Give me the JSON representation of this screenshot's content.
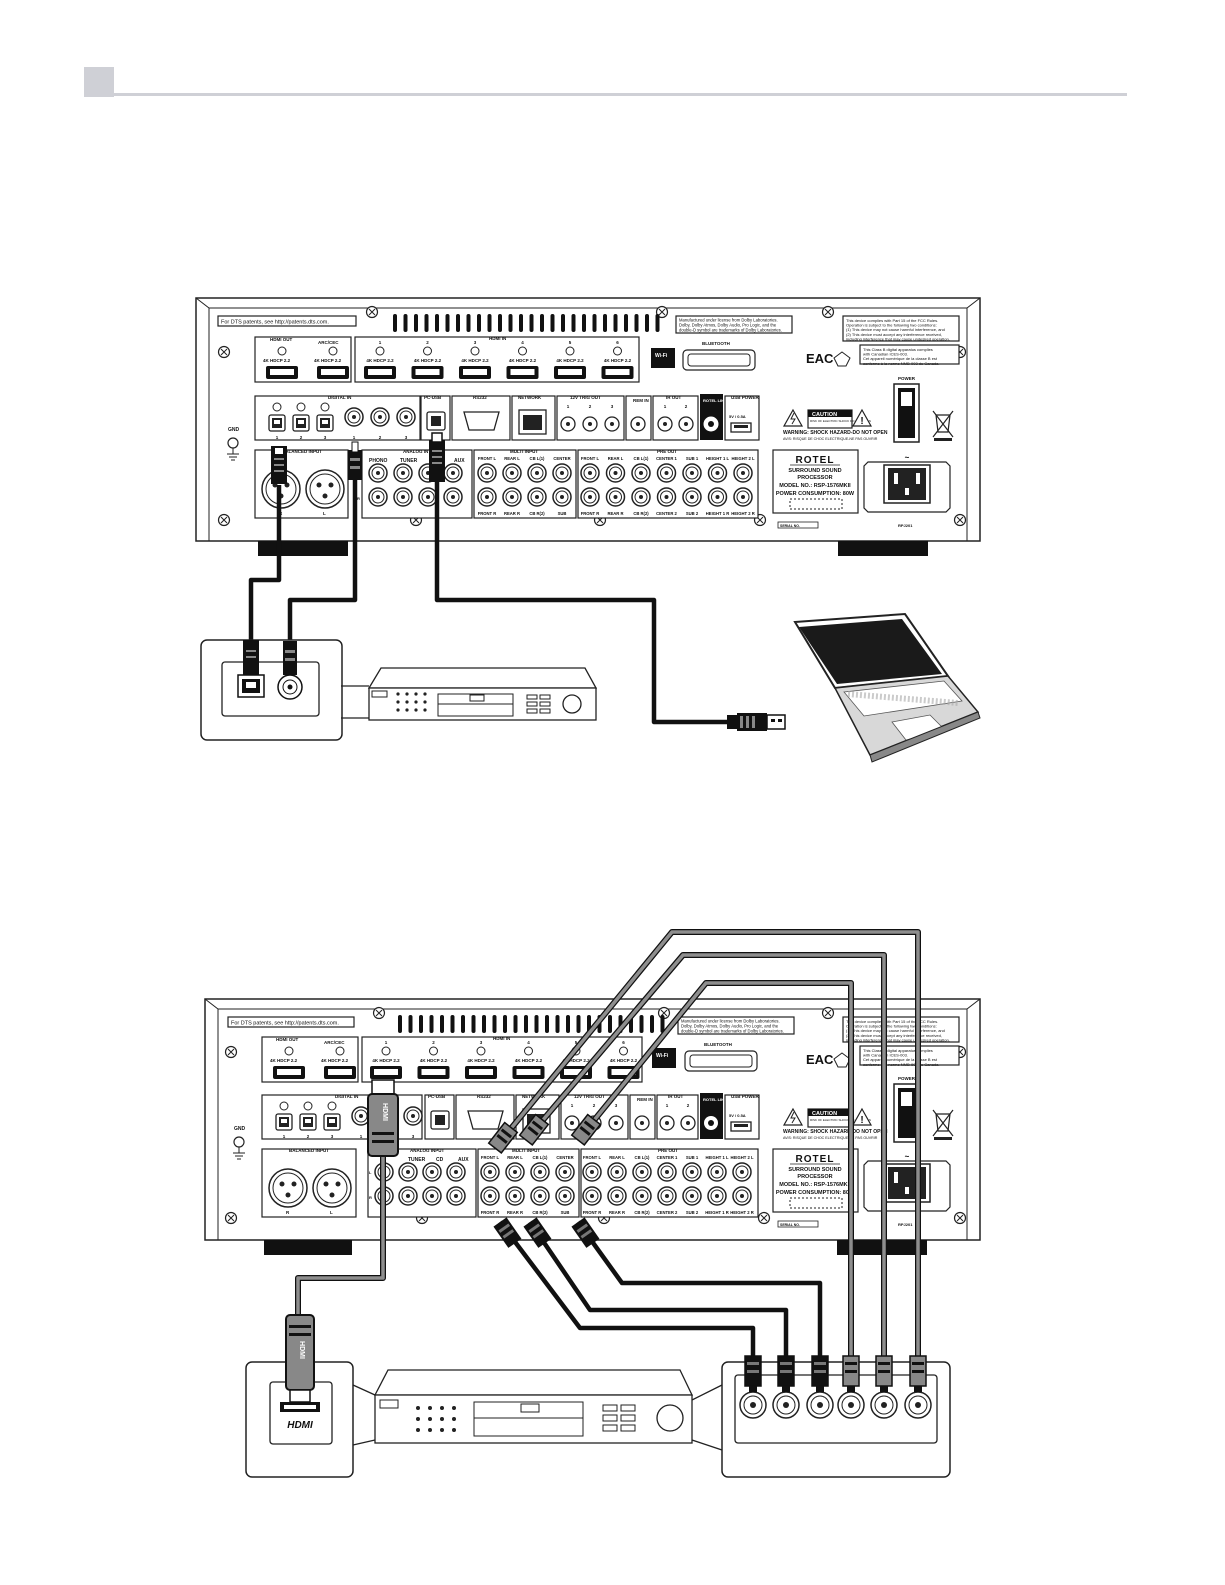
{
  "colors": {
    "header_accent": "#cfd0d6",
    "cable_black": "#111111",
    "cable_gray": "#8e8e8e"
  },
  "panel": {
    "patent_note_1": "For DTS patents, see http://patents.dts.com.",
    "patent_note_2": "For DTS patents, see http://patents.dts.com.",
    "dolby_note": [
      "Manufactured under license from Dolby Laboratories.",
      "Dolby, Dolby Atmos, Dolby Audio, Pro Logic, and the",
      "double-D symbol are trademarks of Dolby Laboratories."
    ],
    "fcc_note": [
      "This device complies with Part 15 of the FCC Rules.",
      "Operation is subject to the following two conditions:",
      "(1) This device may not cause harmful interference, and",
      "(2) This device must accept any interference received,",
      "including interference that may cause undesired operation."
    ],
    "canada_note": [
      "This Class B digital apparatus complies",
      "with Canadian ICES-003.",
      "Cet appareil numérique de la classe B est",
      "conforme à la norme NMB-003 du Canada."
    ],
    "hdmi_out_label": "HDMI OUT",
    "arc_cec_label": "ARC/CEC",
    "hdmi_in_label": "HDMI IN",
    "hdcp_label": "4K HDCP 2.2",
    "hdmi_in_numbers": [
      "1",
      "2",
      "3",
      "4",
      "5",
      "6"
    ],
    "wifi_label": "Wi-Fi",
    "bluetooth_label": "BLUETOOTH",
    "eac_mark": "EAC",
    "digital_in_label": "DIGITAL IN",
    "digital_numbers": [
      "1",
      "2",
      "3",
      "1",
      "2",
      "3"
    ],
    "pcusb_label": "PC-USB",
    "rs232_label": "RS232",
    "network_label": "NETWORK",
    "trig_label": "12V TRIG OUT",
    "trig_numbers": [
      "1",
      "2",
      "3"
    ],
    "rem_in_label": "REM IN",
    "ir_out_label": "IR OUT",
    "ir_numbers": [
      "1",
      "2"
    ],
    "rotel_link_label": "ROTEL LINK",
    "usb_power_label": "USB POWER",
    "usb_power_rating": "5V / 0.5A",
    "caution_label": "CAUTION",
    "caution_sub": "RISK OF ELECTRIC SHOCK DO NOT OPEN",
    "warning_text": "WARNING: SHOCK HAZARD-DO NOT OPEN",
    "avis_text": "AVIS: RISQUE DE CHOC ELECTRIQUE-NE PAS OUVRIR",
    "power_label": "POWER",
    "gnd_label": "GND",
    "balanced_input_label": "BALANCED INPUT",
    "xlr_labels": [
      "R",
      "L"
    ],
    "analog_in_label": "ANALOG IN",
    "analog_input_label": "ANALOG INPUT",
    "analog_labels": [
      "PHONO",
      "TUNER",
      "AUX"
    ],
    "analog_labels_2": [
      "TUNER",
      "CD",
      "AUX"
    ],
    "multi_input_label": "MULTI INPUT",
    "multi_top": [
      "FRONT L",
      "REAR L",
      "CB L(1)",
      "CENTER"
    ],
    "multi_bottom": [
      "FRONT R",
      "REAR R",
      "CB R(2)",
      "SUB"
    ],
    "pre_out_label": "PRE OUT",
    "pre_top": [
      "FRONT L",
      "REAR L",
      "CB L(1)",
      "CENTER 1",
      "SUB 1",
      "HEIGHT 1 L",
      "HEIGHT 2 L"
    ],
    "pre_bottom": [
      "FRONT R",
      "REAR R",
      "CB R(2)",
      "CENTER 2",
      "SUB 2",
      "HEIGHT 1 R",
      "HEIGHT 2 R"
    ],
    "brand": "ROTEL",
    "product_line1": "SURROUND SOUND",
    "product_line2": "PROCESSOR",
    "model_label": "MODEL NO.: RSP-1576MKII",
    "power_consumption": "POWER CONSUMPTION: 80W",
    "serial_label": "SERIAL NO.",
    "version_code": "RPJ201",
    "lr_labels": [
      "L",
      "R"
    ]
  },
  "hdmi_plug_text": "HDMI",
  "hdmi_logo_text": "HDMI"
}
